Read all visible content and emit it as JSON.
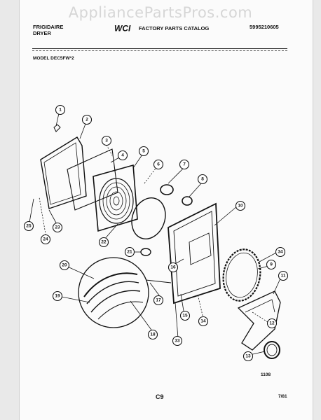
{
  "watermark": "AppliancePartsPros.com",
  "header": {
    "brand_line1": "FRIGIDAIRE",
    "brand_line2": "DRYER",
    "logo_text": "WCI",
    "catalog_title": "FACTORY PARTS CATALOG",
    "catalog_number": "5995210605"
  },
  "model": "MODEL DEC5FW*2",
  "footer": {
    "figure_code": "1108",
    "page": "C9",
    "date": "7/81"
  },
  "callouts": [
    "1",
    "2",
    "3",
    "4",
    "5",
    "6",
    "7",
    "8",
    "9",
    "10",
    "11",
    "12",
    "13",
    "14",
    "15",
    "16",
    "17",
    "18",
    "19",
    "20",
    "21",
    "22",
    "23",
    "24",
    "25",
    "33",
    "34"
  ]
}
